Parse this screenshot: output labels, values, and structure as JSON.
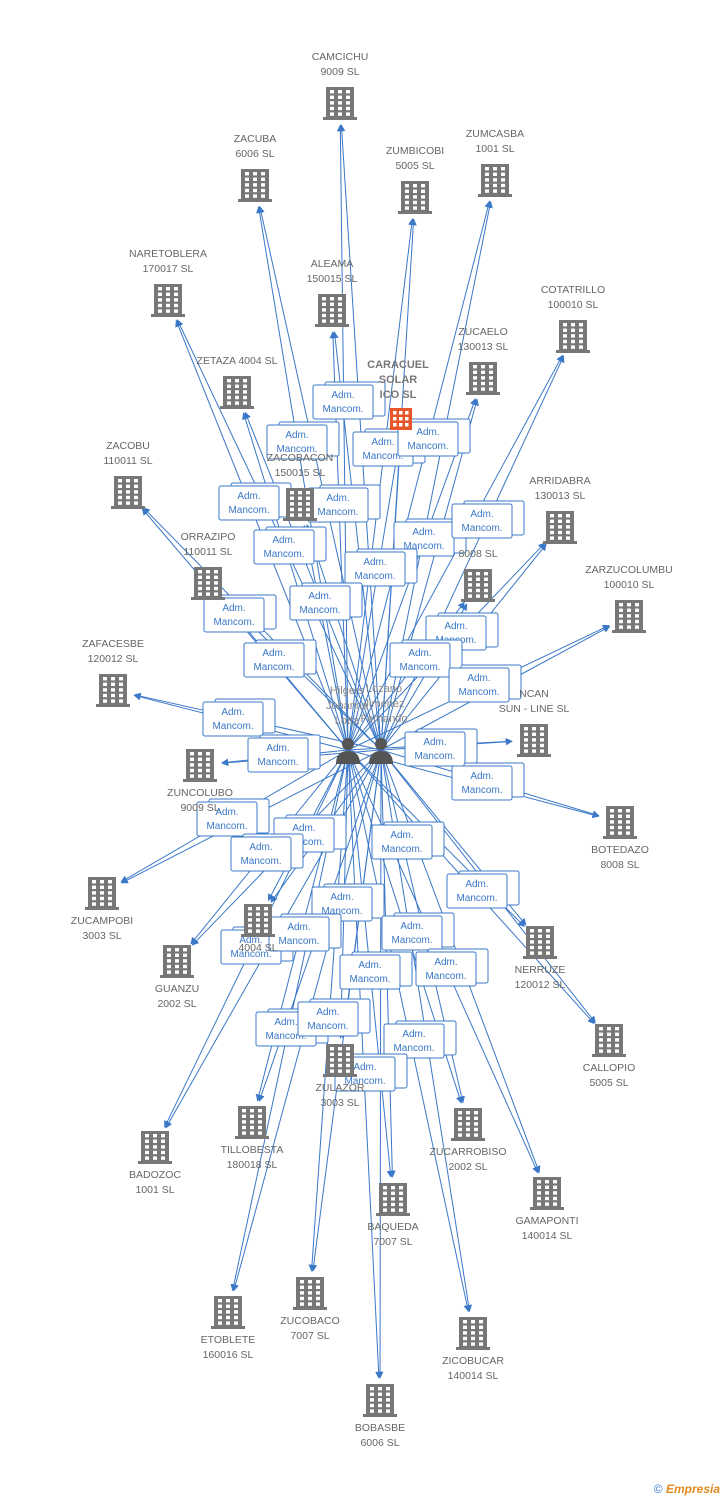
{
  "center": {
    "label_lines": [
      "CARACUEL",
      "SOLAR",
      "ICO SL"
    ],
    "icon": "building-icon",
    "color": "#e8552b"
  },
  "persons": [
    {
      "id": "p1",
      "label_lines": [
        "Hilgers",
        "Johanna",
        "Lotta"
      ],
      "icon": "person-icon"
    },
    {
      "id": "p2",
      "label_lines": [
        "Lozano",
        "Jimenez",
        "Fernando"
      ],
      "icon": "person-icon"
    }
  ],
  "relation_label": [
    "Adm.",
    "Mancom."
  ],
  "companies": [
    {
      "name": "CAMCICHU",
      "sub": "9009 SL"
    },
    {
      "name": "ZACUBA",
      "sub": "6006 SL"
    },
    {
      "name": "ZUMBICOBI",
      "sub": "5005 SL"
    },
    {
      "name": "ZUMCASBA",
      "sub": "1001 SL"
    },
    {
      "name": "NARETOBLERA",
      "sub": "170017 SL"
    },
    {
      "name": "ALEAMA",
      "sub": "150015 SL"
    },
    {
      "name": "COTATRILLO",
      "sub": "100010 SL"
    },
    {
      "name": "ZUCAELO",
      "sub": "130013 SL"
    },
    {
      "name": "ZETAZA 4004 SL",
      "sub": ""
    },
    {
      "name": "ZACOBACON",
      "sub": "150015 SL"
    },
    {
      "name": "ZACOBU",
      "sub": "110011 SL"
    },
    {
      "name": "ARRIDABRA",
      "sub": "130013 SL"
    },
    {
      "name": "ORRAZIPO",
      "sub": "110011 SL"
    },
    {
      "name": "",
      "sub": "8008 SL"
    },
    {
      "name": "ZARZUCOLUMBU",
      "sub": "100010 SL"
    },
    {
      "name": "ZAFACESBE",
      "sub": "120012 SL"
    },
    {
      "name": "NCAN",
      "sub": "SUN - LINE SL"
    },
    {
      "name": "ZUNCOLUBO",
      "sub": "9009 SL"
    },
    {
      "name": "BOTEDAZO",
      "sub": "8008 SL"
    },
    {
      "name": "ZUCAMPOBI",
      "sub": "3003 SL"
    },
    {
      "name": "",
      "sub": "4004 SL"
    },
    {
      "name": "NERRUZE",
      "sub": "120012 SL"
    },
    {
      "name": "GUANZU",
      "sub": "2002 SL"
    },
    {
      "name": "CALLOPIO",
      "sub": "5005 SL"
    },
    {
      "name": "ZULAZOR",
      "sub": "3003 SL"
    },
    {
      "name": "BADOZOC",
      "sub": "1001 SL"
    },
    {
      "name": "TILLOBESTA",
      "sub": "180018 SL"
    },
    {
      "name": "ZUCARROBISO",
      "sub": "2002 SL"
    },
    {
      "name": "GAMAPONTI",
      "sub": "140014 SL"
    },
    {
      "name": "BAQUEDA",
      "sub": "7007 SL"
    },
    {
      "name": "ETOBLETE",
      "sub": "160016 SL"
    },
    {
      "name": "ZUCOBACO",
      "sub": "7007 SL"
    },
    {
      "name": "ZICOBUCAR",
      "sub": "140014 SL"
    },
    {
      "name": "BOBASBE",
      "sub": "6006 SL"
    }
  ],
  "colors": {
    "edge": "#3a78c8",
    "building": "#777777",
    "box_border": "#3a78c8",
    "box_fill": "#ffffff"
  },
  "copyright": {
    "symbol": "©",
    "brand": "Empresia"
  }
}
